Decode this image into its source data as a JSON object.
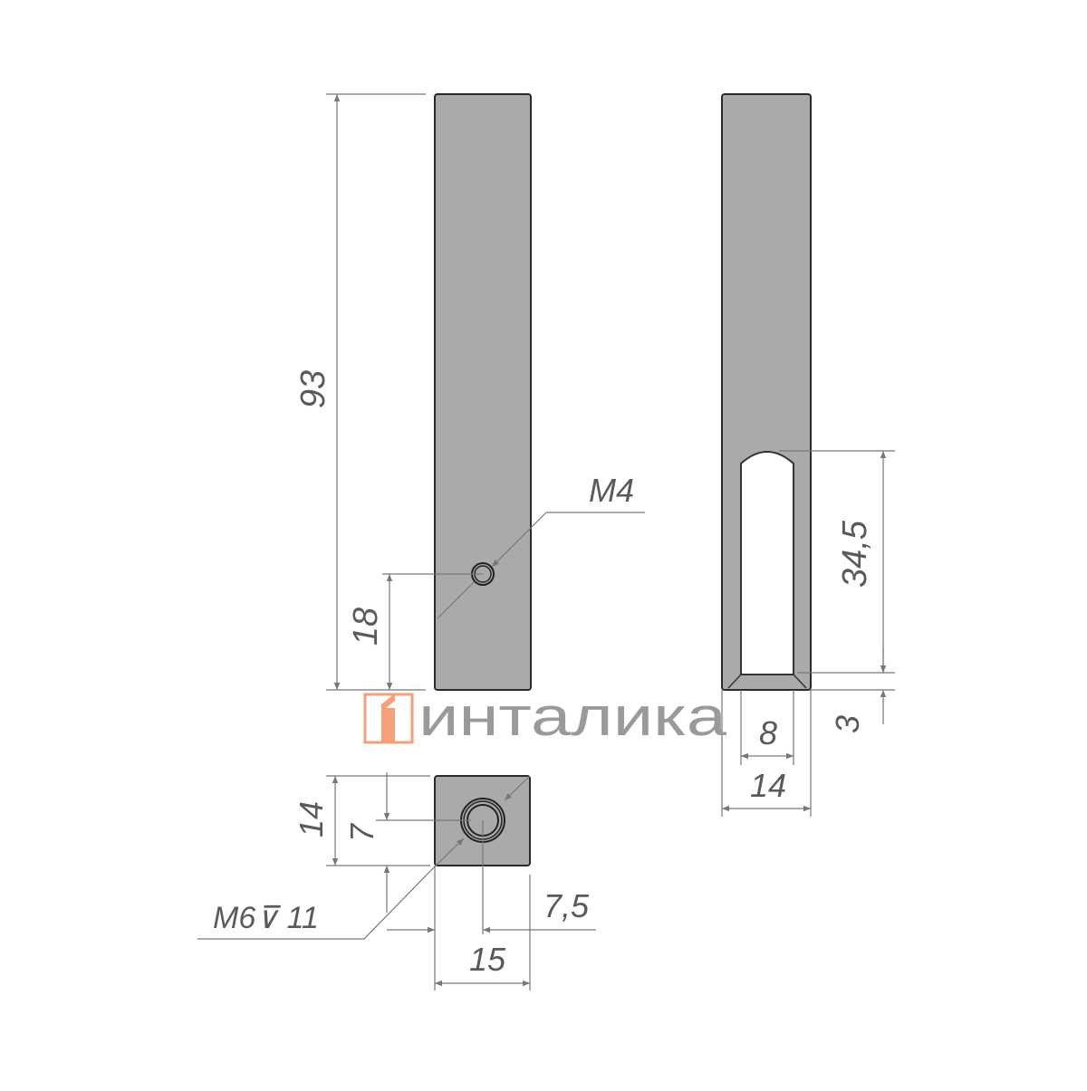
{
  "logo": {
    "text": "инталика",
    "accent": "#f4a07a"
  },
  "front_view": {
    "height_label": "93",
    "hole_height_label": "18",
    "hole_thread_label": "M4"
  },
  "side_view": {
    "slot_length_label": "34,5",
    "bottom_label": "3",
    "slot_width_label": "8",
    "width_label": "14"
  },
  "bottom_view": {
    "depth_label": "14",
    "hole_offset_y_label": "7",
    "thread_label": "M6⊽ 11",
    "hole_offset_x_label": "7,5",
    "width_label": "15"
  },
  "colors": {
    "part": "#aaaaaa",
    "dimension": "#777777"
  }
}
